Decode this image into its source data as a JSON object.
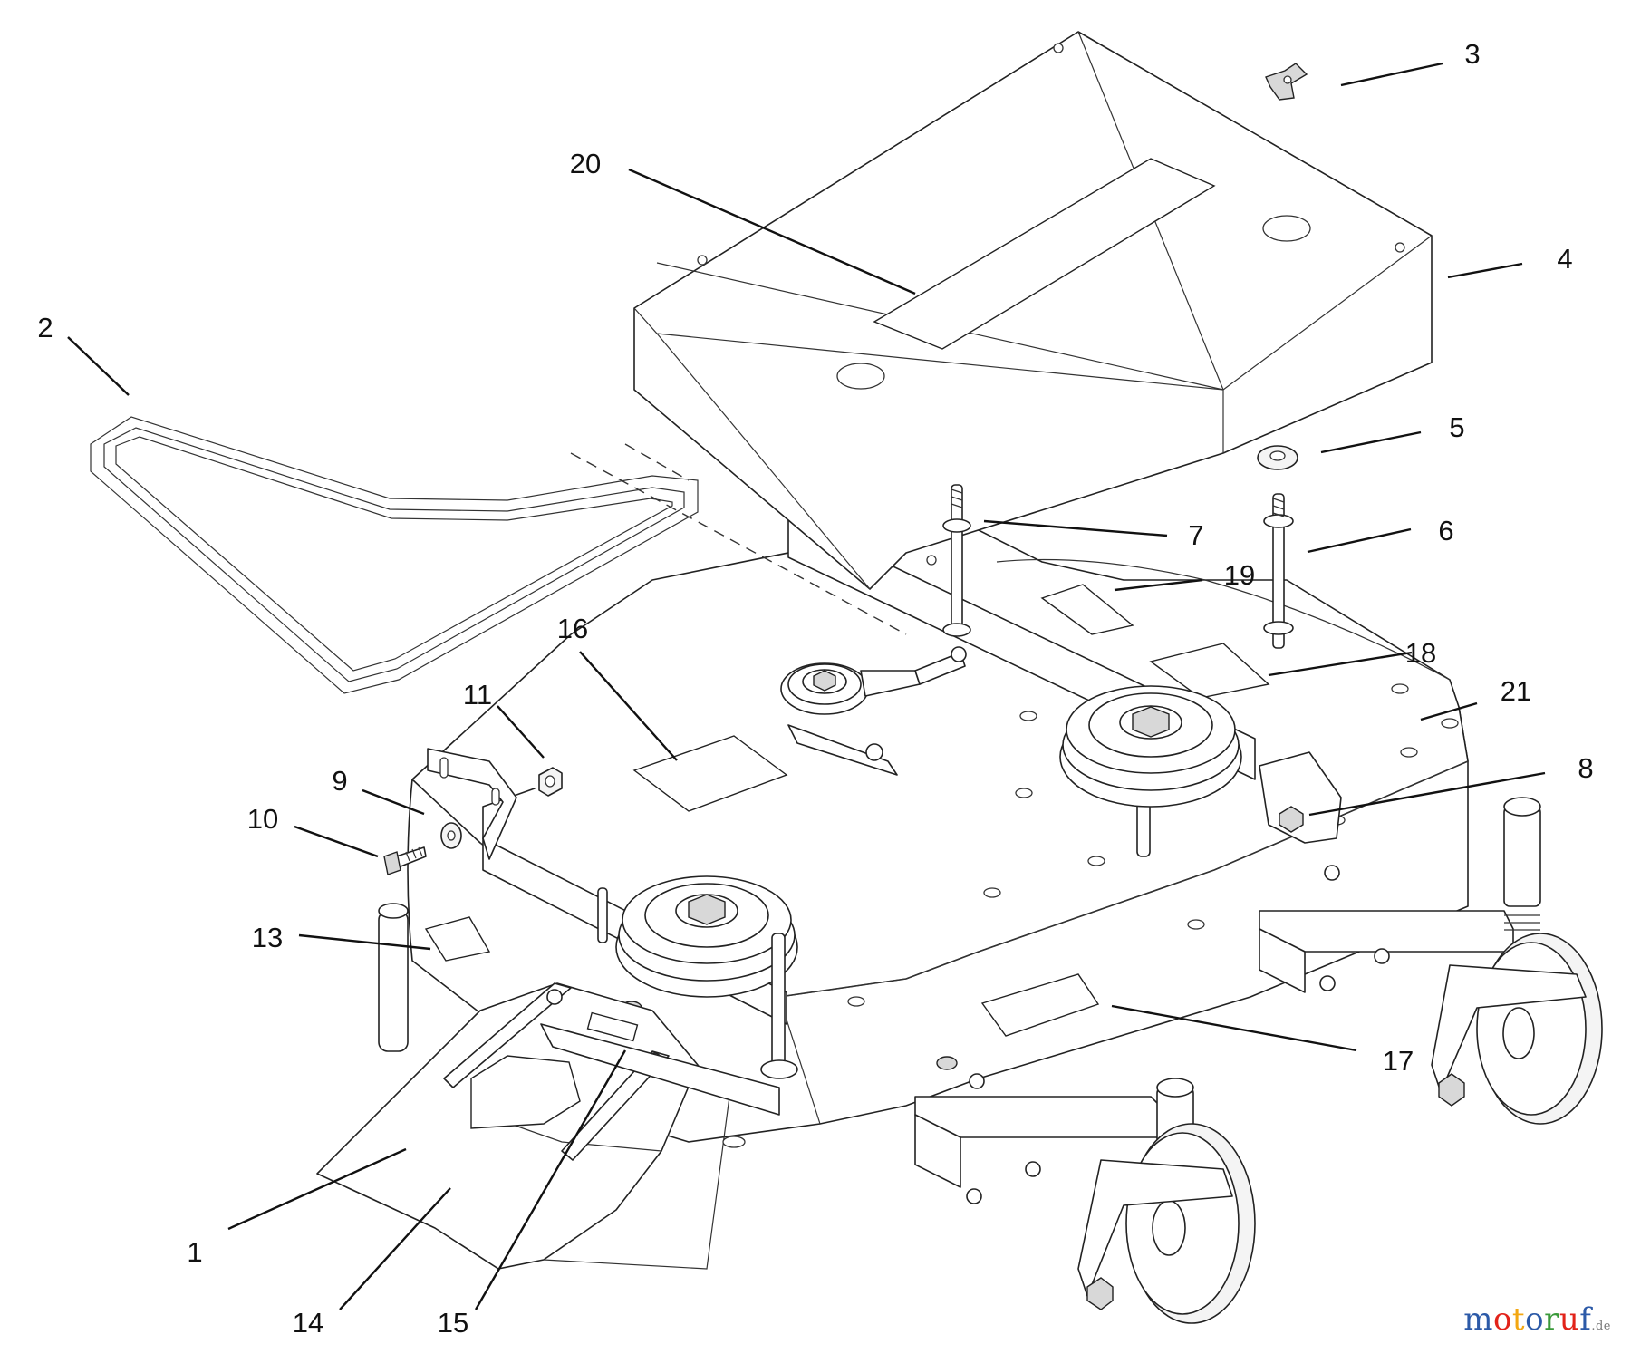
{
  "callouts": [
    {
      "id": "1",
      "label": "1"
    },
    {
      "id": "2",
      "label": "2"
    },
    {
      "id": "3",
      "label": "3"
    },
    {
      "id": "4",
      "label": "4"
    },
    {
      "id": "5",
      "label": "5"
    },
    {
      "id": "6",
      "label": "6"
    },
    {
      "id": "7",
      "label": "7"
    },
    {
      "id": "8",
      "label": "8"
    },
    {
      "id": "9",
      "label": "9"
    },
    {
      "id": "10",
      "label": "10"
    },
    {
      "id": "11",
      "label": "11"
    },
    {
      "id": "13",
      "label": "13"
    },
    {
      "id": "14",
      "label": "14"
    },
    {
      "id": "15",
      "label": "15"
    },
    {
      "id": "16",
      "label": "16"
    },
    {
      "id": "17",
      "label": "17"
    },
    {
      "id": "18",
      "label": "18"
    },
    {
      "id": "19",
      "label": "19"
    },
    {
      "id": "20",
      "label": "20"
    },
    {
      "id": "21",
      "label": "21"
    }
  ],
  "watermark": {
    "text": "motoruf",
    "suffix": ".de",
    "letter_colors": [
      "#2c5aa8",
      "#e2231a",
      "#f3a712",
      "#2c5aa8",
      "#3a9a3a",
      "#e2231a",
      "#2c5aa8"
    ]
  }
}
